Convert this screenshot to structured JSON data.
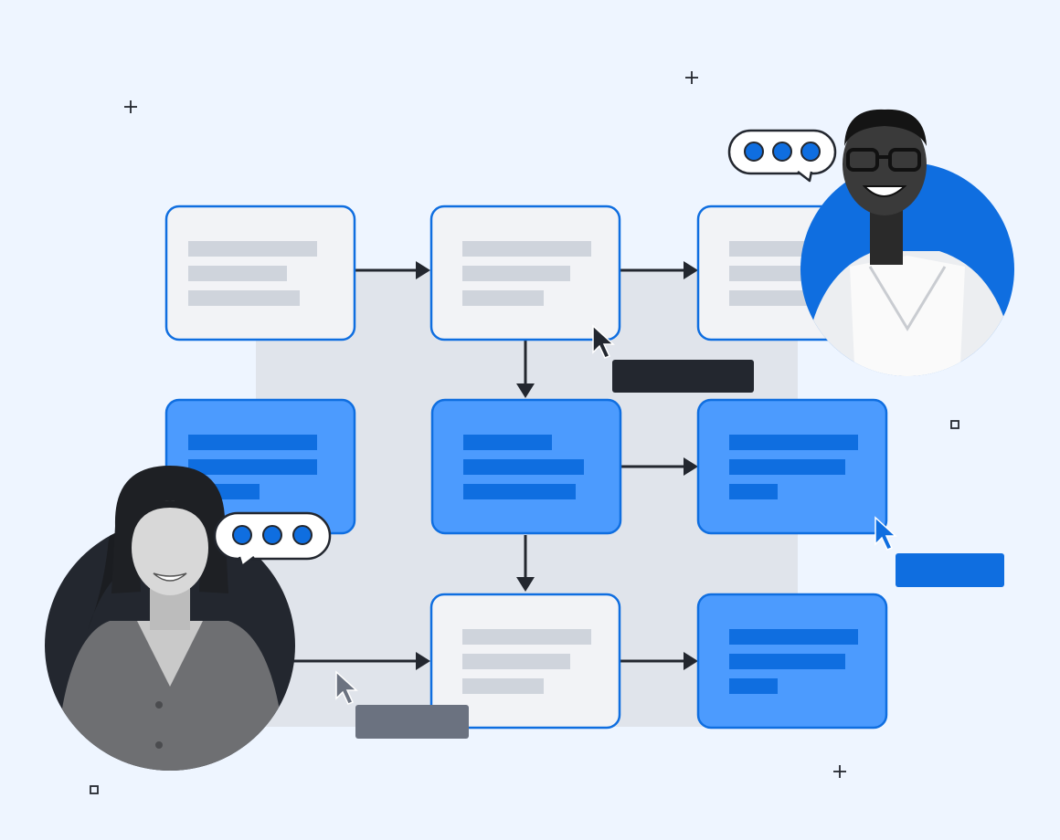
{
  "colors": {
    "background": "#eef5ff",
    "accent_blue": "#0f6ee0",
    "card_blue": "#4c9bfe",
    "card_grey": "#f2f3f6",
    "placeholder_grey": "#cfd4dc",
    "dark": "#23272f",
    "slate": "#6b7280"
  },
  "flow": {
    "cards": [
      {
        "id": "r1c1",
        "variant": "grey"
      },
      {
        "id": "r1c2",
        "variant": "grey"
      },
      {
        "id": "r1c3",
        "variant": "grey"
      },
      {
        "id": "r2c1",
        "variant": "blue"
      },
      {
        "id": "r2c2",
        "variant": "blue"
      },
      {
        "id": "r2c3",
        "variant": "blue"
      },
      {
        "id": "r3c2",
        "variant": "grey"
      },
      {
        "id": "r3c3",
        "variant": "blue"
      }
    ]
  },
  "participants": [
    {
      "name": "man-avatar",
      "bubble": "typing-indicator",
      "background": "#0f6ee0"
    },
    {
      "name": "woman-avatar",
      "bubble": "typing-indicator",
      "background": "#23272f"
    }
  ],
  "cursors": [
    {
      "name": "dark-cursor",
      "color": "#23272f"
    },
    {
      "name": "blue-cursor",
      "color": "#0f6ee0"
    },
    {
      "name": "grey-cursor",
      "color": "#6b7280"
    }
  ]
}
